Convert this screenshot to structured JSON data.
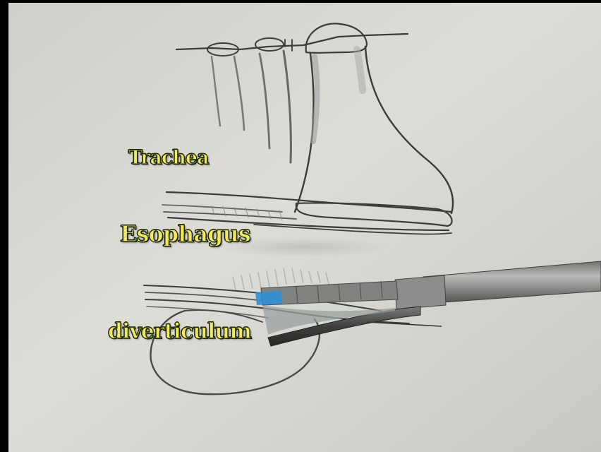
{
  "labels": {
    "trachea": "Trachea",
    "esophagus": "Esophagus",
    "diverticulum": "diverticulum"
  },
  "colors": {
    "paper": "#d4d3cd",
    "ink": "#3c3c3c",
    "label_fill": "#f2e85a",
    "label_outline": "#1d2a0c",
    "instrument_metal": "#8a8c8a",
    "instrument_blue": "#2f8fd8"
  }
}
